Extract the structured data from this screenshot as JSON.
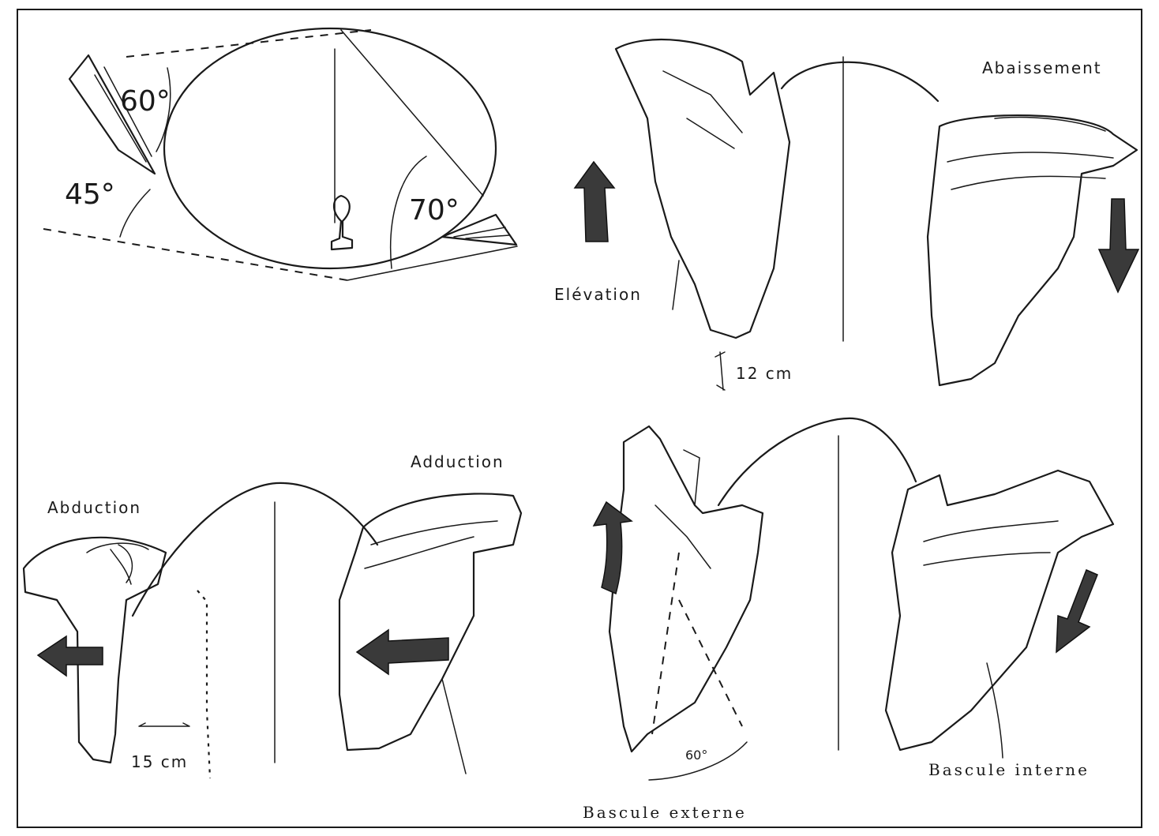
{
  "top_left": {
    "angle_60": "60°",
    "angle_45": "45°",
    "angle_70": "70°"
  },
  "top_right": {
    "elevation_label": "Elévation",
    "depression_label": "Abaissement",
    "distance_label": "12 cm"
  },
  "bottom_left": {
    "abduction_label": "Abduction",
    "adduction_label": "Adduction",
    "distance_label": "15 cm"
  },
  "bottom_right": {
    "angle_label": "60°",
    "internal_tilt_label": "Bascule interne",
    "external_tilt_label": "Bascule externe"
  }
}
